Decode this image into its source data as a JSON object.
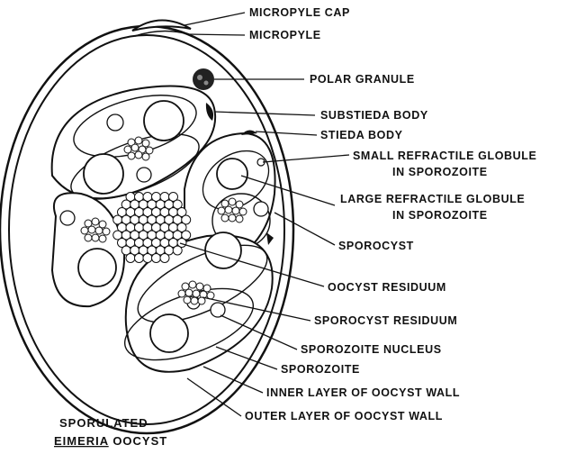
{
  "labels": {
    "micropyle_cap": "MICROPYLE CAP",
    "micropyle": "MICROPYLE",
    "polar_granule": "POLAR GRANULE",
    "substieda_body": "SUBSTIEDA BODY",
    "stieda_body": "STIEDA BODY",
    "small_refractile_1": "SMALL REFRACTILE GLOBULE",
    "small_refractile_2": "IN SPOROZOITE",
    "large_refractile_1": "LARGE REFRACTILE GLOBULE",
    "large_refractile_2": "IN SPOROZOITE",
    "sporocyst": "SPOROCYST",
    "oocyst_residuum": "OOCYST RESIDUUM",
    "sporocyst_residuum": "SPOROCYST RESIDUUM",
    "sporozoite_nucleus": "SPOROZOITE NUCLEUS",
    "sporozoite": "SPOROZOITE",
    "inner_layer": "INNER LAYER OF OOCYST WALL",
    "outer_layer": "OUTER LAYER OF OOCYST WALL"
  },
  "caption": {
    "line1": "SPORULATED",
    "line2_genus": "EIMERIA",
    "line2_rest": " OOCYST"
  }
}
